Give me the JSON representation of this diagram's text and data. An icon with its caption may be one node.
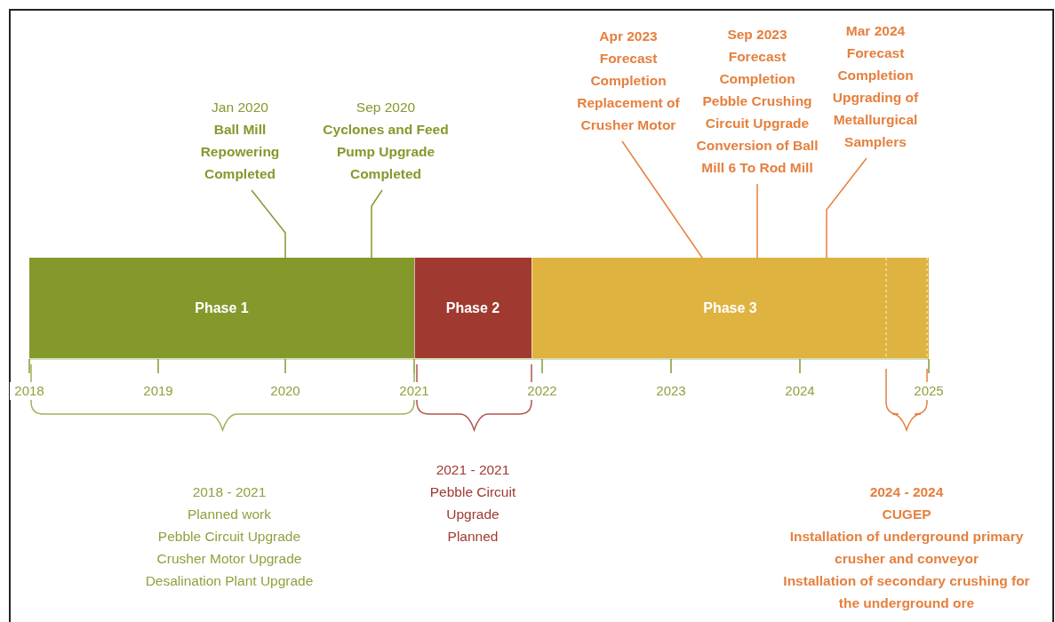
{
  "diagram": {
    "nodes": [
      {
        "text": [
          "Phase 1"
        ]
      },
      {
        "text": [
          "Phase 2"
        ]
      },
      {
        "text": [
          "Phase 3"
        ]
      },
      {
        "text": [
          "Jan 2020",
          "Ball Mill Repowering Completed"
        ]
      },
      {
        "text": [
          "Sep 2020",
          "Cyclones and Feed Pump Upgrade Completed"
        ]
      },
      {
        "text": [
          "Apr 2023",
          "Forecast Completion",
          "Replacement of Crusher Motor"
        ]
      },
      {
        "text": [
          "Sep 2023",
          "Forecast Completion",
          "Pebble Crushing Circuit Upgrade",
          "Conversion of Ball Mill 6 To Rod Mill"
        ]
      },
      {
        "text": [
          "Mar 2024",
          "Forecast Completion",
          "Upgrading of Metallurgical Samplers"
        ]
      }
    ],
    "edges": [
      {
        "from": 3,
        "to": 0,
        "arrow": "none",
        "color": "#84992c"
      },
      {
        "from": 4,
        "to": 0,
        "arrow": "none",
        "color": "#84992c"
      },
      {
        "from": 5,
        "to": 2,
        "arrow": "none"
      },
      {
        "from": 6,
        "to": 2,
        "arrow": "none"
      },
      {
        "from": 7,
        "to": 2,
        "arrow": "none"
      }
    ],
    "labels": [
      "2018",
      "2019",
      "2020",
      "2021",
      "2022",
      "2023",
      "2024",
      "2025",
      "2021 - 2021",
      "Pebble Circuit Upgrade Planned",
      "2018 - 2021",
      "Planned work",
      "Pebble Circuit Upgrade",
      "Crusher Motor Upgrade",
      "Desalination Plant Upgrade",
      "2024 - 2024",
      "CUGEP",
      "Installation of underground primary crusher and conveyor",
      "Installation of secondary crushing for the underground ore"
    ]
  }
}
